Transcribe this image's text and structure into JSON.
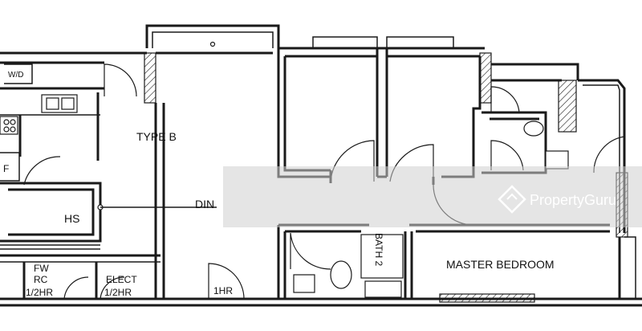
{
  "plan": {
    "type_label": "TYPE B",
    "rooms": {
      "wd": "W/D",
      "f": "F",
      "hs": "HS",
      "din": "DIN",
      "bath2": "BATH 2",
      "master": "MASTER  BEDROOM",
      "fw": "FW",
      "rc": "RC",
      "rc_rating": "1/2HR",
      "elect": "ELECT",
      "elect_rating": "1/2HR",
      "door_rating": "1HR"
    }
  },
  "watermark": {
    "brand": "PropertyGuru",
    "icon": "propertyguru-house-icon"
  }
}
